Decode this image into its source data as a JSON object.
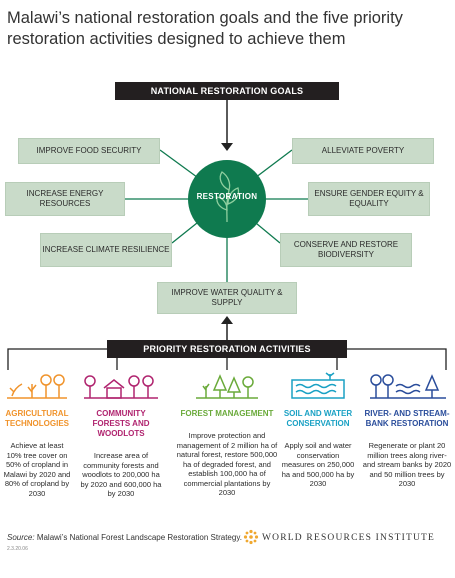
{
  "title": "Malawi’s national restoration goals and the five priority restoration activities designed to achieve them",
  "goals_header": "NATIONAL RESTORATION GOALS",
  "hub_label": "RESTORATION",
  "goals": {
    "food_security": "IMPROVE FOOD SECURITY",
    "alleviate_poverty": "ALLEVIATE POVERTY",
    "energy_resources": "INCREASE ENERGY RESOURCES",
    "gender_equity": "ENSURE GENDER EQUITY & EQUALITY",
    "climate_resilience": "INCREASE CLIMATE RESILIENCE",
    "biodiversity": "CONSERVE AND RESTORE BIODIVERSITY",
    "water_quality": "IMPROVE WATER QUALITY & SUPPLY"
  },
  "activities_header": "PRIORITY RESTORATION ACTIVITIES",
  "activities": [
    {
      "title": "AGRICULTURAL TECHNOLOGIES",
      "color": "#f0932b",
      "description": "Achieve at least 10% tree cover on 50% of cropland in Malawi by 2020 and 80% of cropland by 2030",
      "icon": "crops-trees-icon"
    },
    {
      "title": "COMMUNITY FORESTS AND WOODLOTS",
      "color": "#b0246f",
      "description": "Increase area of community forests and woodlots to 200,000 ha by 2020 and 600,000 ha by 2030",
      "icon": "village-trees-icon"
    },
    {
      "title": "FOREST MANAGEMENT",
      "color": "#6aaa3a",
      "description": "Improve protection and management of 2 million ha of natural forest, restore 500,000 ha of degraded forest, and establish 100,000 ha of commercial plantations by 2030",
      "icon": "forest-icon"
    },
    {
      "title": "SOIL AND WATER CONSERVATION",
      "color": "#1aa1c4",
      "description": "Apply soil and water conservation measures on 250,000 ha and 500,000 ha by 2030",
      "icon": "soil-water-icon"
    },
    {
      "title": "RIVER- AND STREAM-BANK RESTORATION",
      "color": "#2a4d9b",
      "description": "Regenerate or plant 20 million trees along river- and stream banks by 2020 and 50 million trees by 2030",
      "icon": "riverbank-trees-icon"
    }
  ],
  "source_label": "Source:",
  "source_text": "Malawi’s National Forest Landscape Restoration Strategy.",
  "code": "2.3.20.06",
  "wri": "WORLD RESOURCES INSTITUTE",
  "colors": {
    "hub": "#0f7a4f",
    "goal_box": "#c9dbc9",
    "bar": "#231f20"
  }
}
